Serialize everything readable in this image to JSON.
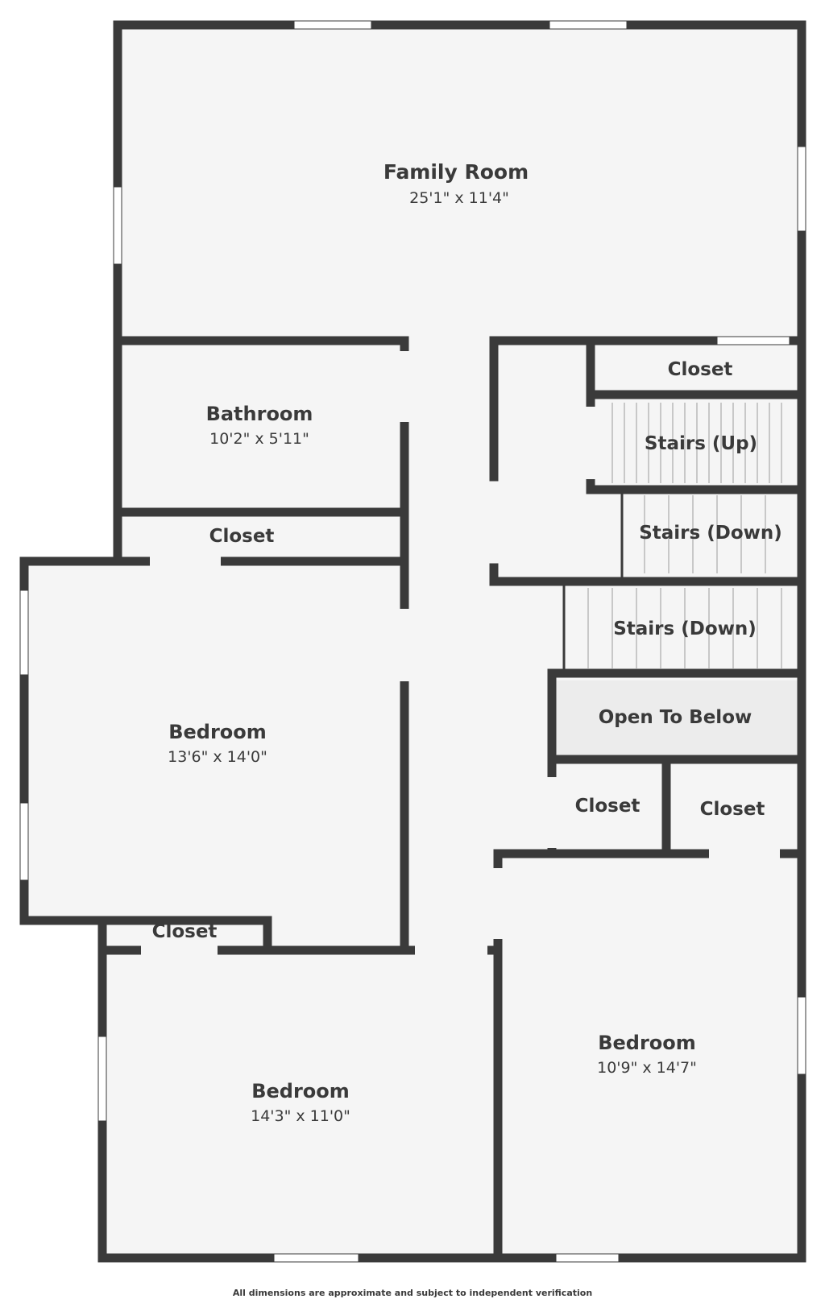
{
  "colors": {
    "wall": "#3a3a3a",
    "floor": "#f5f5f5",
    "open_to_below": "#ececec",
    "window": "#ffffff",
    "stair_line": "#c8c8c8"
  },
  "rooms": {
    "family_room": {
      "name": "Family Room",
      "dims": "25'1\" x 11'4\""
    },
    "bathroom": {
      "name": "Bathroom",
      "dims": "10'2\" x 5'11\""
    },
    "closet_top_right": {
      "name": "Closet"
    },
    "stairs_up": {
      "name": "Stairs (Up)"
    },
    "stairs_down_1": {
      "name": "Stairs (Down)"
    },
    "stairs_down_2": {
      "name": "Stairs (Down)"
    },
    "closet_bath": {
      "name": "Closet"
    },
    "bedroom_left": {
      "name": "Bedroom",
      "dims": "13'6\" x 14'0\""
    },
    "open_to_below": {
      "name": "Open To Below"
    },
    "closet_mid_a": {
      "name": "Closet"
    },
    "closet_mid_b": {
      "name": "Closet"
    },
    "closet_lower_left": {
      "name": "Closet"
    },
    "bedroom_lower_left": {
      "name": "Bedroom",
      "dims": "14'3\" x 11'0\""
    },
    "bedroom_lower_right": {
      "name": "Bedroom",
      "dims": "10'9\" x 14'7\""
    }
  },
  "disclaimer": "All dimensions are approximate and subject to independent verification"
}
